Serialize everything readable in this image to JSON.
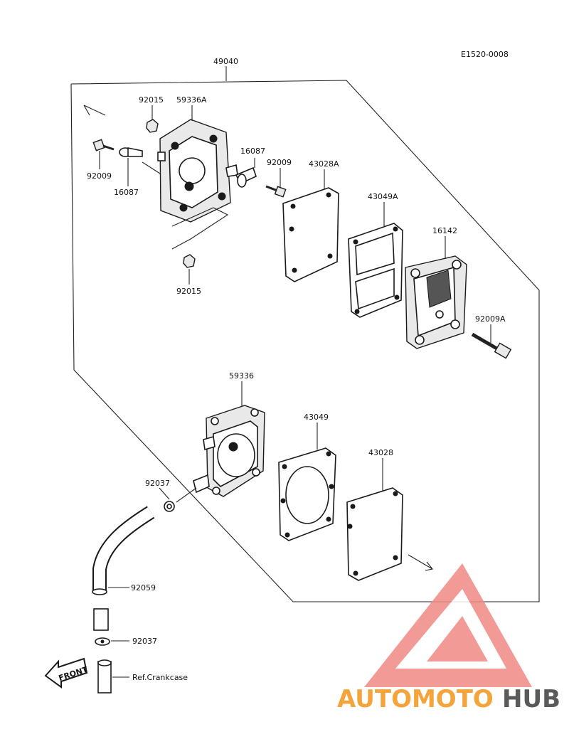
{
  "diagram_code": "E1520-0008",
  "labels": {
    "assembly": "49040",
    "clip_top": "92015",
    "cover_upper": "59336A",
    "screw_left": "92009",
    "fitting_left": "16087",
    "fitting_right": "16087",
    "screw_mid": "92009",
    "gasket_upper": "43028A",
    "diaphragm_upper": "43049A",
    "valve_plate": "16142",
    "bolt_long": "92009A",
    "clip_bottom": "92015",
    "body_lower": "59336",
    "diaphragm_lower": "43049",
    "gasket_lower": "43028",
    "clamp_upper": "92037",
    "hose": "92059",
    "clamp_lower": "92037",
    "crankcase_ref": "Ref.Crankcase",
    "front_arrow": "FRONT"
  },
  "watermark": {
    "text_a": "AUTOMOTO",
    "text_b": "HUB",
    "color_a": "#f4a43a",
    "color_b": "#5a5a5a",
    "logo_color": "#f08a84"
  }
}
